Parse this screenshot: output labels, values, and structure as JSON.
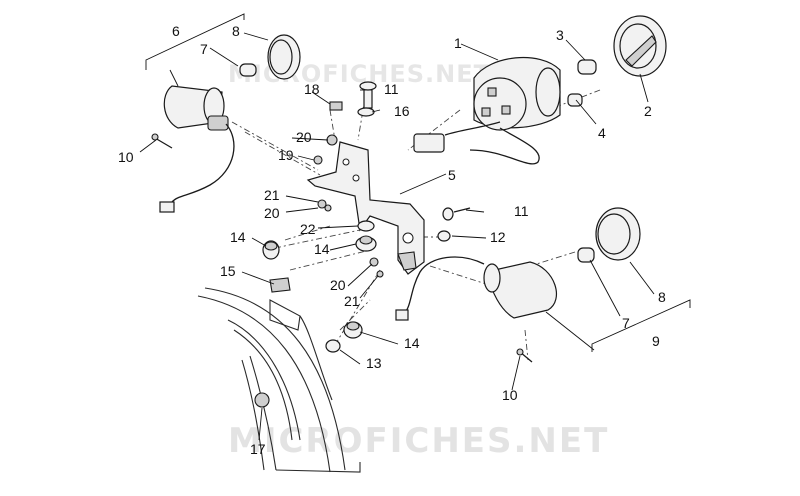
{
  "watermarks": {
    "top": "MICROFICHES.NET",
    "bottom": "MICROFICHES.NET"
  },
  "callouts": {
    "c1": "1",
    "c2": "2",
    "c3": "3",
    "c4": "4",
    "c5": "5",
    "c6": "6",
    "c7_top": "7",
    "c7_right": "7",
    "c8_top": "8",
    "c8_right": "8",
    "c9": "9",
    "c10_left": "10",
    "c10_bottom": "10",
    "c11_top": "11",
    "c11_mid": "11",
    "c12": "12",
    "c13": "13",
    "c14_left": "14",
    "c14_mid": "14",
    "c14_bottom": "14",
    "c15": "15",
    "c16": "16",
    "c17": "17",
    "c18": "18",
    "c19": "19",
    "c20_top": "20",
    "c20_mid": "20",
    "c20_low": "20",
    "c21_top": "21",
    "c21_low": "21",
    "c22": "22"
  }
}
